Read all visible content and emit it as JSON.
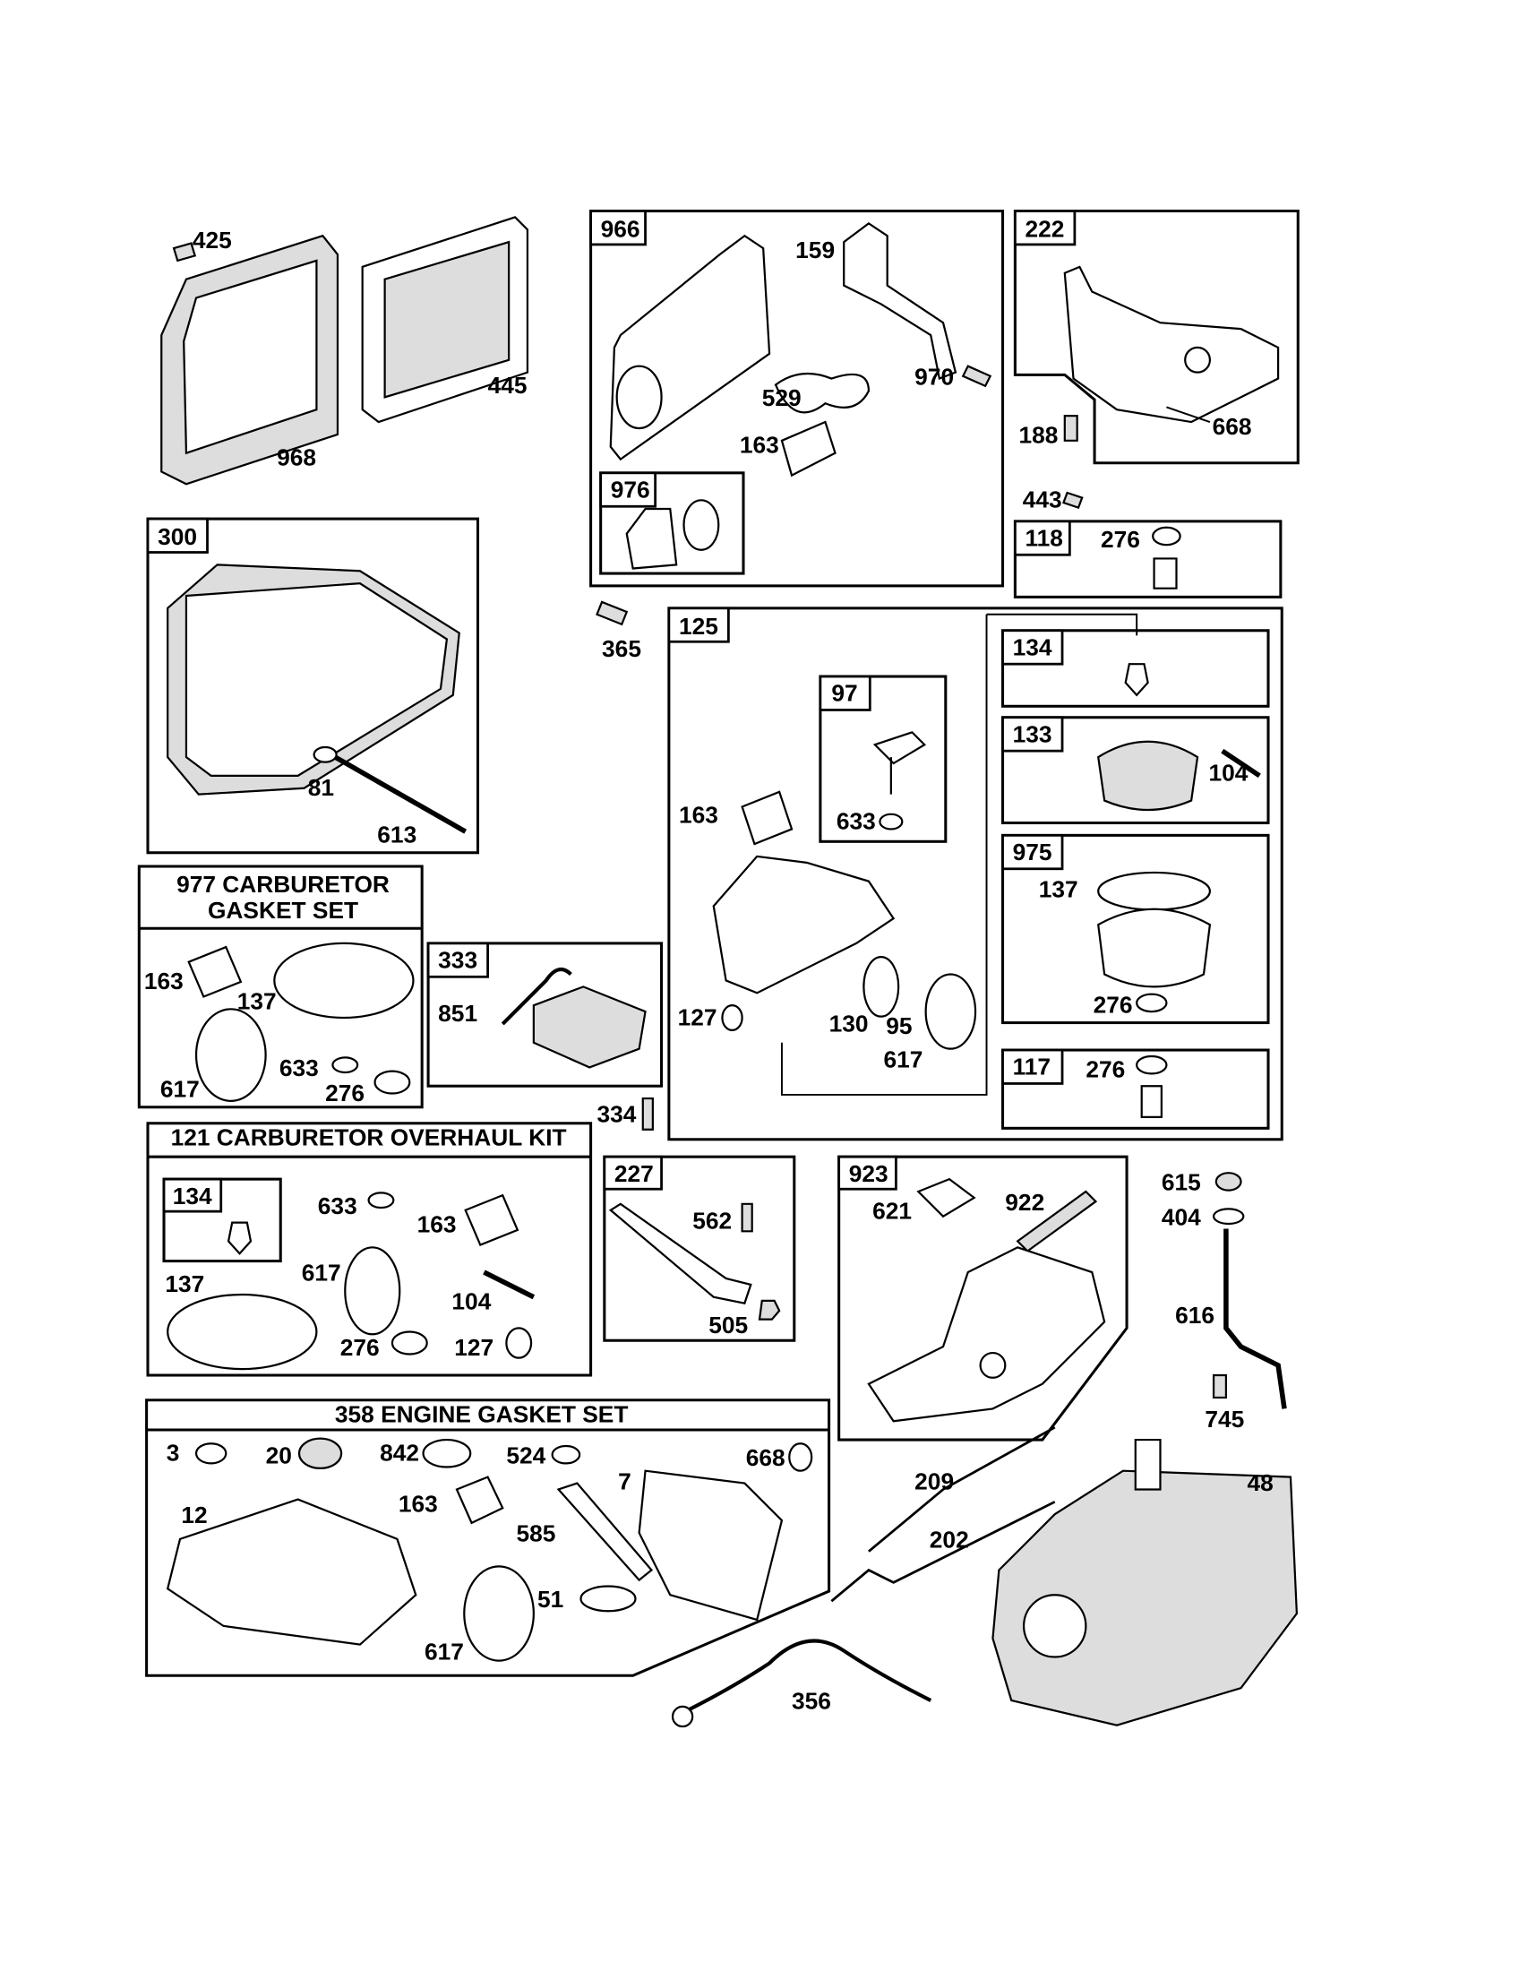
{
  "free_labels": {
    "l425": "425",
    "l445": "445",
    "l968": "968",
    "l443": "443",
    "l365": "365",
    "l334": "334",
    "l615": "615",
    "l404": "404",
    "l616": "616",
    "l745": "745",
    "l48": "48",
    "l209": "209",
    "l202": "202",
    "l356": "356"
  },
  "box_966": {
    "tag": "966",
    "l159": "159",
    "l970": "970",
    "l529": "529",
    "l163": "163",
    "box_976": {
      "tag": "976"
    }
  },
  "box_222": {
    "tag": "222",
    "l188": "188",
    "l668": "668"
  },
  "box_118": {
    "tag": "118",
    "l276": "276"
  },
  "box_300": {
    "tag": "300",
    "l81": "81",
    "l613": "613"
  },
  "box_125": {
    "tag": "125",
    "l163": "163",
    "l127": "127",
    "l130": "130",
    "l95": "95",
    "l617": "617",
    "box_97": {
      "tag": "97",
      "l633": "633"
    },
    "box_134": {
      "tag": "134"
    },
    "box_133": {
      "tag": "133",
      "l104": "104"
    },
    "box_975": {
      "tag": "975",
      "l137": "137",
      "l276": "276"
    },
    "box_117": {
      "tag": "117",
      "l276": "276"
    }
  },
  "box_977": {
    "title_line1": "977 CARBURETOR",
    "title_line2": "GASKET SET",
    "l163": "163",
    "l137": "137",
    "l617": "617",
    "l633": "633",
    "l276": "276"
  },
  "box_333": {
    "tag": "333",
    "l851": "851"
  },
  "box_121": {
    "title": "121 CARBURETOR OVERHAUL KIT",
    "box_134": {
      "tag": "134"
    },
    "l633": "633",
    "l163": "163",
    "l617": "617",
    "l137": "137",
    "l104": "104",
    "l276": "276",
    "l127": "127"
  },
  "box_227": {
    "tag": "227",
    "l562": "562",
    "l505": "505"
  },
  "box_923": {
    "tag": "923",
    "l621": "621",
    "l922": "922"
  },
  "box_358": {
    "title": "358 ENGINE GASKET SET",
    "l3": "3",
    "l20": "20",
    "l842": "842",
    "l524": "524",
    "l668": "668",
    "l12": "12",
    "l163": "163",
    "l7": "7",
    "l585": "585",
    "l51": "51",
    "l617": "617"
  }
}
